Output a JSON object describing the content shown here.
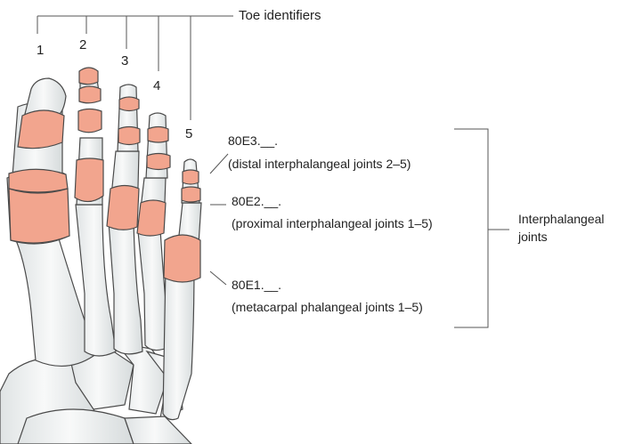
{
  "header": {
    "toe_identifiers_label": "Toe identifiers"
  },
  "toe_numbers": [
    "1",
    "2",
    "3",
    "4",
    "5"
  ],
  "codes": {
    "distal": {
      "code": "80E3.__.",
      "description": "(distal interphalangeal joints 2–5)"
    },
    "proximal": {
      "code": "80E2.__.",
      "description": "(proximal interphalangeal joints 1–5)"
    },
    "metacarpal": {
      "code": "80E1.__.",
      "description": "(metacarpal phalangeal joints 1–5)"
    }
  },
  "group_label": {
    "line1": "Interphalangeal",
    "line2": "joints"
  },
  "colors": {
    "joint_highlight": "#f2a58e",
    "bone_fill": "#eceeee",
    "bone_outline": "#4a4a4a",
    "leader": "#555555"
  }
}
